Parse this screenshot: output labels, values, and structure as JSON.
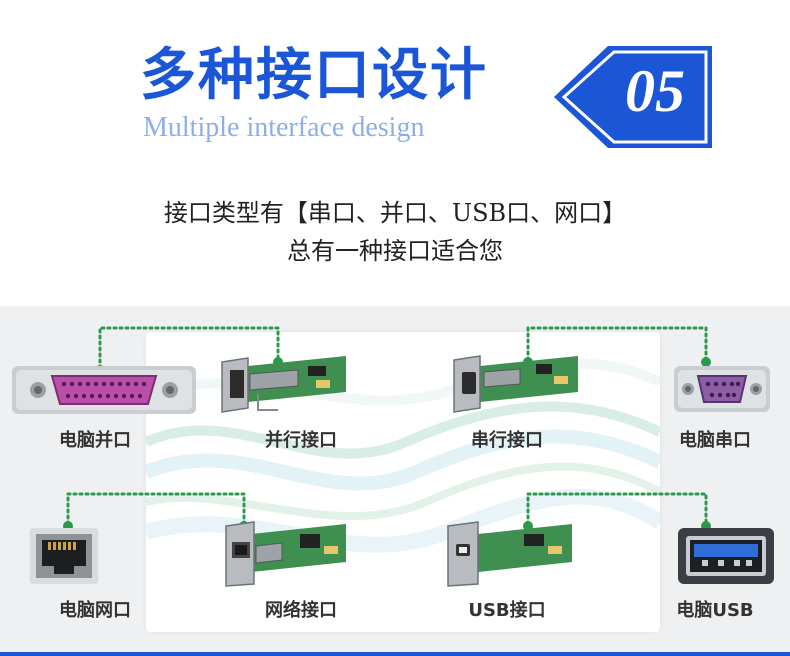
{
  "header": {
    "title_cn": "多种接口设计",
    "title_en": "Multiple interface design",
    "number": "05"
  },
  "subtitle": {
    "line1": "接口类型有【串口、并口、USB口、网口】",
    "line2": "总有一种接口适合您"
  },
  "colors": {
    "brand_blue": "#1a56d6",
    "connector_green": "#2a9a4a"
  },
  "labels": {
    "pc_parallel": "电脑并口",
    "parallel_interface": "并行接口",
    "serial_interface": "串行接口",
    "pc_serial": "电脑串口",
    "pc_network": "电脑网口",
    "network_interface": "网络接口",
    "usb_interface": "USB接口",
    "pc_usb": "电脑USB"
  },
  "icons": [
    "db25-parallel-port-icon",
    "parallel-interface-card-icon",
    "serial-interface-card-icon",
    "db9-serial-port-icon",
    "rj45-network-port-icon",
    "network-interface-card-icon",
    "usb-interface-card-icon",
    "usb-port-icon"
  ]
}
